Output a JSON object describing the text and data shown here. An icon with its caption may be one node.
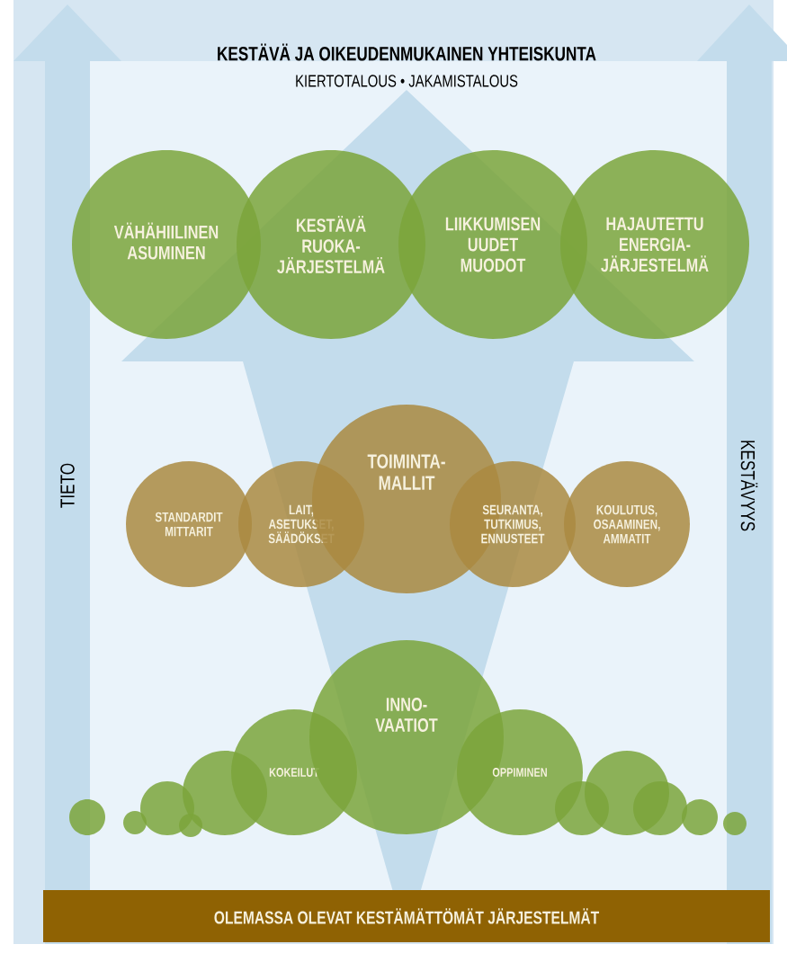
{
  "diagram": {
    "title": "KESTÄVÄ JA OIKEUDENMUKAINEN YHTEISKUNTA",
    "nodes": [
      {
        "text": [
          "VÄHÄHIILINEN ASUMINEN"
        ]
      },
      {
        "text": [
          "KESTÄVÄ RUOKA- JÄRJESTELMÄ"
        ]
      },
      {
        "text": [
          "LIIKKUMISEN UUDET MUODOT"
        ]
      },
      {
        "text": [
          "HAJAUTETTU ENERGIA- JÄRJESTELMÄ"
        ]
      },
      {
        "text": [
          "STANDARDIT MITTARIT"
        ]
      },
      {
        "text": [
          "LAIT, ASETUKSET, SÄÄDÖKSET"
        ]
      },
      {
        "text": [
          "TOIMINTA- MALLIT"
        ]
      },
      {
        "text": [
          "SEURANTA, TUTKIMUS, ENNUSTEET"
        ]
      },
      {
        "text": [
          "KOULUTUS, OSAAMINEN, AMMATIT"
        ]
      },
      {
        "text": [],
        "shape": "circle"
      },
      {
        "text": [],
        "shape": "circle"
      },
      {
        "text": [],
        "shape": "circle"
      },
      {
        "text": [],
        "shape": "circle"
      },
      {
        "text": [],
        "shape": "circle"
      },
      {
        "text": [
          "KOKEILUT"
        ]
      },
      {
        "text": [
          "INNO- VAATIOT"
        ]
      },
      {
        "text": [
          "OPPIMINEN"
        ]
      },
      {
        "text": [],
        "shape": "circle"
      },
      {
        "text": [],
        "shape": "circle"
      },
      {
        "text": [],
        "shape": "circle"
      },
      {
        "text": [],
        "shape": "circle"
      },
      {
        "text": [],
        "shape": "circle"
      },
      {
        "text": [
          "OLEMASSA OLEVAT KESTÄMÄTTÖMÄT JÄRJESTELMÄT"
        ]
      }
    ],
    "edges": [],
    "labels": [
      "KIERTOTALOUS • JAKAMISTALOUS",
      "TIETO",
      "KESTÄVYYS"
    ]
  }
}
